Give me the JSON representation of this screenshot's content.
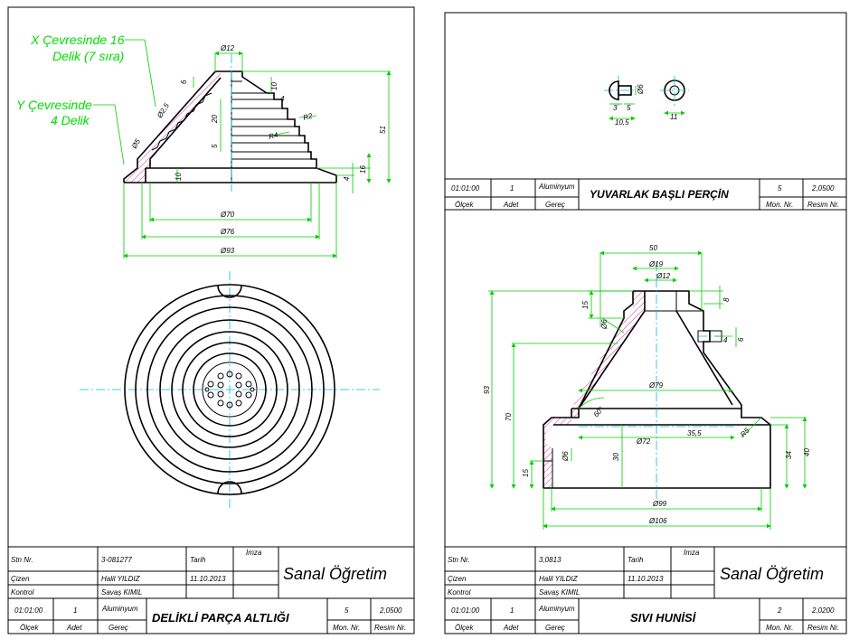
{
  "left_sheet": {
    "labels": {
      "x_line1": "X Çevresinde 16",
      "x_line2": "Delik (7 sıra)",
      "y_line1": "Y Çevresinde",
      "y_line2": "4 Delik"
    },
    "dims": {
      "d12": "Ø12",
      "r6": "6",
      "d2_5": "Ø2,5",
      "d5": "Ø5",
      "v10a": "10",
      "v4": "4",
      "v20": "20",
      "v5": "5",
      "v10b": "10",
      "r2": "R2",
      "r4": "R4",
      "v51": "51",
      "v16": "16",
      "v4b": "4",
      "d70": "Ø70",
      "d76": "Ø76",
      "d93": "Ø93"
    },
    "title_block": {
      "stn_label": "Stn Nr.",
      "stn_value": "3-081277",
      "tarih_label": "Tarih",
      "imza_label": "İmza",
      "cizen_label": "Çizen",
      "cizen_value": "Halil YILDIZ",
      "cizen_date": "11.10.2013",
      "kontrol_label": "Kontrol",
      "kontrol_value": "Savaş KIMIL",
      "brand": "Sanal Öğretim",
      "scale": "01:01:00",
      "qty": "1",
      "material": "Aluminyum",
      "part_name": "DELİKLİ PARÇA ALTLIĞI",
      "mon_value": "5",
      "resim_value": "2,0500",
      "olcek_label": "Ölçek",
      "adet_label": "Adet",
      "gerec_label": "Gereç",
      "mon_label": "Mon. Nr.",
      "resim_label": "Resim Nr."
    }
  },
  "right_sheet": {
    "top_dims": {
      "d6": "Ø6",
      "v5": "5",
      "v3": "3",
      "v10_5": "10,5",
      "v11": "11"
    },
    "top_block": {
      "scale": "01:01:00",
      "qty": "1",
      "material": "Aluminyum",
      "part_name": "YUVARLAK BAŞLI PERÇİN",
      "mon_value": "5",
      "resim_value": "2,0500",
      "olcek_label": "Ölçek",
      "adet_label": "Adet",
      "gerec_label": "Gereç",
      "mon_label": "Mon. Nr.",
      "resim_label": "Resim Nr."
    },
    "dims": {
      "v50": "50",
      "d19": "Ø19",
      "d12": "Ø12",
      "v8": "8",
      "v15": "15",
      "d6a": "Ø6",
      "v4": "4",
      "v6": "6",
      "v93": "93",
      "v70": "70",
      "d79": "Ø79",
      "ang60": "60°",
      "r5": "R5",
      "d72": "Ø72",
      "v35_5": "35,5",
      "v30": "30",
      "d6b": "Ø6",
      "v15b": "15",
      "v40": "40",
      "v34": "34",
      "d99": "Ø99",
      "d106": "Ø106"
    },
    "title_block": {
      "stn_label": "Stn Nr.",
      "stn_value": "3,0813",
      "tarih_label": "Tarih",
      "imza_label": "İmza",
      "cizen_label": "Çizen",
      "cizen_value": "Halil YILDIZ",
      "cizen_date": "11.10.2013",
      "kontrol_label": "Kontrol",
      "kontrol_value": "Savaş KIMIL",
      "brand": "Sanal Öğretim",
      "scale": "01:01:00",
      "qty": "1",
      "material": "Aluminyum",
      "part_name": "SIVI HUNİSİ",
      "mon_value": "2",
      "resim_value": "2,0200",
      "olcek_label": "Ölçek",
      "adet_label": "Adet",
      "gerec_label": "Gereç",
      "mon_label": "Mon. Nr.",
      "resim_label": "Resim Nr."
    }
  }
}
